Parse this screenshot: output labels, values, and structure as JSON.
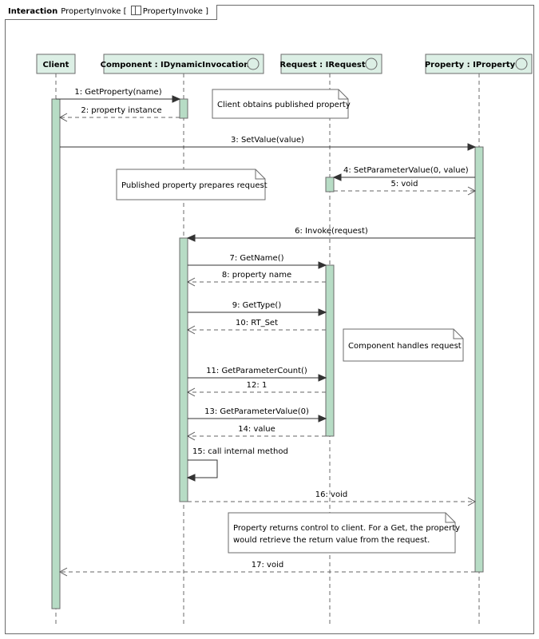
{
  "frame": {
    "keyword": "Interaction",
    "name": "PropertyInvoke",
    "diagram_ref": "PropertyInvoke",
    "icon": "interaction-diagram-icon"
  },
  "lifelines": [
    {
      "id": "client",
      "label": "Client",
      "interface_icon": false
    },
    {
      "id": "component",
      "label": "Component : IDynamicInvocation",
      "interface_icon": true
    },
    {
      "id": "request",
      "label": "Request : IRequest",
      "interface_icon": true
    },
    {
      "id": "property",
      "label": "Property : IProperty",
      "interface_icon": true
    }
  ],
  "messages": [
    {
      "n": 1,
      "text": "1: GetProperty(name)",
      "from": "client",
      "to": "component",
      "kind": "call"
    },
    {
      "n": 2,
      "text": "2: property instance",
      "from": "component",
      "to": "client",
      "kind": "return"
    },
    {
      "n": 3,
      "text": "3: SetValue(value)",
      "from": "client",
      "to": "property",
      "kind": "call"
    },
    {
      "n": 4,
      "text": "4: SetParameterValue(0, value)",
      "from": "property",
      "to": "request",
      "kind": "call"
    },
    {
      "n": 5,
      "text": "5: void",
      "from": "request",
      "to": "property",
      "kind": "return"
    },
    {
      "n": 6,
      "text": "6: Invoke(request)",
      "from": "property",
      "to": "component",
      "kind": "call"
    },
    {
      "n": 7,
      "text": "7: GetName()",
      "from": "component",
      "to": "request",
      "kind": "call"
    },
    {
      "n": 8,
      "text": "8: property name",
      "from": "request",
      "to": "component",
      "kind": "return"
    },
    {
      "n": 9,
      "text": "9: GetType()",
      "from": "component",
      "to": "request",
      "kind": "call"
    },
    {
      "n": 10,
      "text": "10: RT_Set",
      "from": "request",
      "to": "component",
      "kind": "return"
    },
    {
      "n": 11,
      "text": "11: GetParameterCount()",
      "from": "component",
      "to": "request",
      "kind": "call"
    },
    {
      "n": 12,
      "text": "12: 1",
      "from": "request",
      "to": "component",
      "kind": "return"
    },
    {
      "n": 13,
      "text": "13: GetParameterValue(0)",
      "from": "component",
      "to": "request",
      "kind": "call"
    },
    {
      "n": 14,
      "text": "14: value",
      "from": "request",
      "to": "component",
      "kind": "return"
    },
    {
      "n": 15,
      "text": "15: call internal method",
      "from": "component",
      "to": "component",
      "kind": "self"
    },
    {
      "n": 16,
      "text": "16: void",
      "from": "component",
      "to": "property",
      "kind": "return"
    },
    {
      "n": 17,
      "text": "17: void",
      "from": "property",
      "to": "client",
      "kind": "return"
    }
  ],
  "notes": [
    {
      "lines": [
        "Client obtains published property"
      ]
    },
    {
      "lines": [
        "Published property prepares request"
      ]
    },
    {
      "lines": [
        "Component handles request"
      ]
    },
    {
      "lines": [
        "Property returns control to client. For a Get, the property",
        "would retrieve the return value from the request."
      ]
    }
  ],
  "colors": {
    "lifeline_head": "#dcefe5",
    "activation": "#b7dcc5",
    "stroke": "#6b6b6b",
    "note_fill": "#ffffff",
    "interface_circle": "#dcefe5"
  }
}
